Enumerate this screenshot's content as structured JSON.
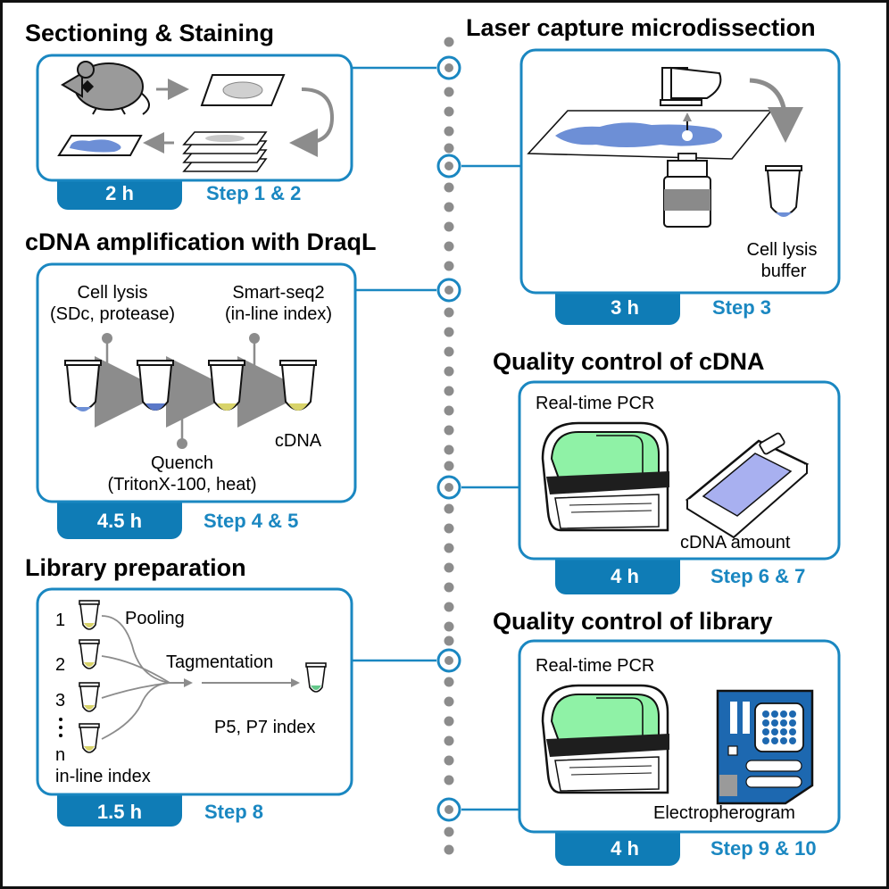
{
  "colors": {
    "accent": "#1a87c1",
    "tab": "#0f7cb6",
    "dot": "#8c8c8c",
    "tissue": "#6d8fd6",
    "sample_yellow": "#d8d36a",
    "sample_green": "#64c78a",
    "screen_green": "#8ff2a6",
    "chip_blue": "#1d68b0"
  },
  "panels": {
    "sectioning": {
      "title": "Sectioning & Staining",
      "time": "2 h",
      "step": "Step 1 & 2"
    },
    "lcm": {
      "title": "Laser capture microdissection",
      "time": "3 h",
      "step": "Step 3",
      "label_lysis_1": "Cell lysis",
      "label_lysis_2": "buffer"
    },
    "amplification": {
      "title": "cDNA amplification with DraqL",
      "time": "4.5 h",
      "step": "Step 4 & 5",
      "lysis_1": "Cell lysis",
      "lysis_2": "(SDc, protease)",
      "smart_1": "Smart-seq2",
      "smart_2": "(in-line index)",
      "quench_1": "Quench",
      "quench_2": "(TritonX-100, heat)",
      "cdna": "cDNA"
    },
    "qc_cdna": {
      "title": "Quality control of cDNA",
      "time": "4 h",
      "step": "Step 6 & 7",
      "pcr": "Real-time PCR",
      "amount": "cDNA amount"
    },
    "library": {
      "title": "Library preparation",
      "time": "1.5 h",
      "step": "Step 8",
      "n1": "1",
      "n2": "2",
      "n3": "3",
      "nn": "n",
      "pooling": "Pooling",
      "tagmentation": "Tagmentation",
      "p5p7": "P5, P7 index",
      "inline": "in-line index"
    },
    "qc_library": {
      "title": "Quality control of library",
      "time": "4 h",
      "step": "Step 9 & 10",
      "pcr": "Real-time PCR",
      "electro": "Electropherogram"
    }
  }
}
